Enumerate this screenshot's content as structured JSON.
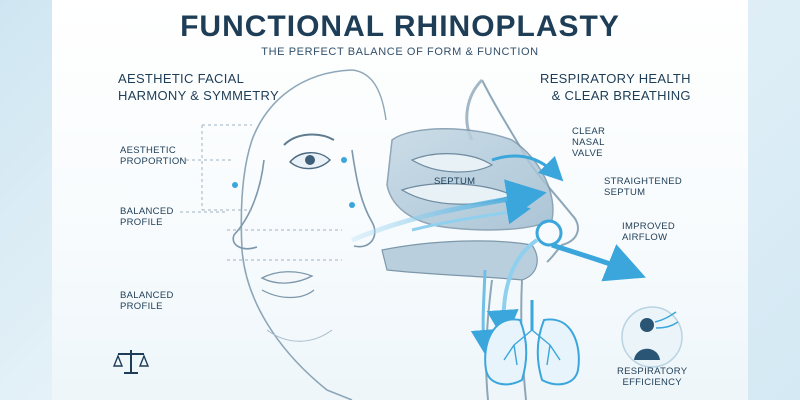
{
  "header": {
    "title": "FUNCTIONAL RHINOPLASTY",
    "subtitle": "THE PERFECT BALANCE OF FORM & FUNCTION"
  },
  "left_panel": {
    "heading_line1": "AESTHETIC FACIAL",
    "heading_line2": "HARMONY & SYMMETRY",
    "labels": {
      "aesthetic_proportion_1": "AESTHETIC",
      "aesthetic_proportion_2": "PROPORTION",
      "balanced_profile_a_1": "BALANCED",
      "balanced_profile_a_2": "PROFILE",
      "balanced_profile_b_1": "BALANCED",
      "balanced_profile_b_2": "PROFILE"
    }
  },
  "right_panel": {
    "heading_line1": "RESPIRATORY HEALTH",
    "heading_line2": "& CLEAR BREATHING",
    "labels": {
      "clear_nasal_valve_1": "CLEAR",
      "clear_nasal_valve_2": "NASAL",
      "clear_nasal_valve_3": "VALVE",
      "septum": "SEPTUM",
      "straightened_septum_1": "STRAIGHTENED",
      "straightened_septum_2": "SEPTUM",
      "improved_airflow_1": "IMPROVED",
      "improved_airflow_2": "AIRFLOW",
      "respiratory_efficiency_1": "RESPIRATORY",
      "respiratory_efficiency_2": "EFFICIENCY"
    }
  },
  "icons": {
    "scale": "balance-scale-icon",
    "lungs": "lungs-icon",
    "breathing_person": "breathing-person-icon"
  },
  "colors": {
    "navy": "#1e3d56",
    "airflow_blue": "#3aa6dc",
    "skin_line": "#7d97ab"
  }
}
